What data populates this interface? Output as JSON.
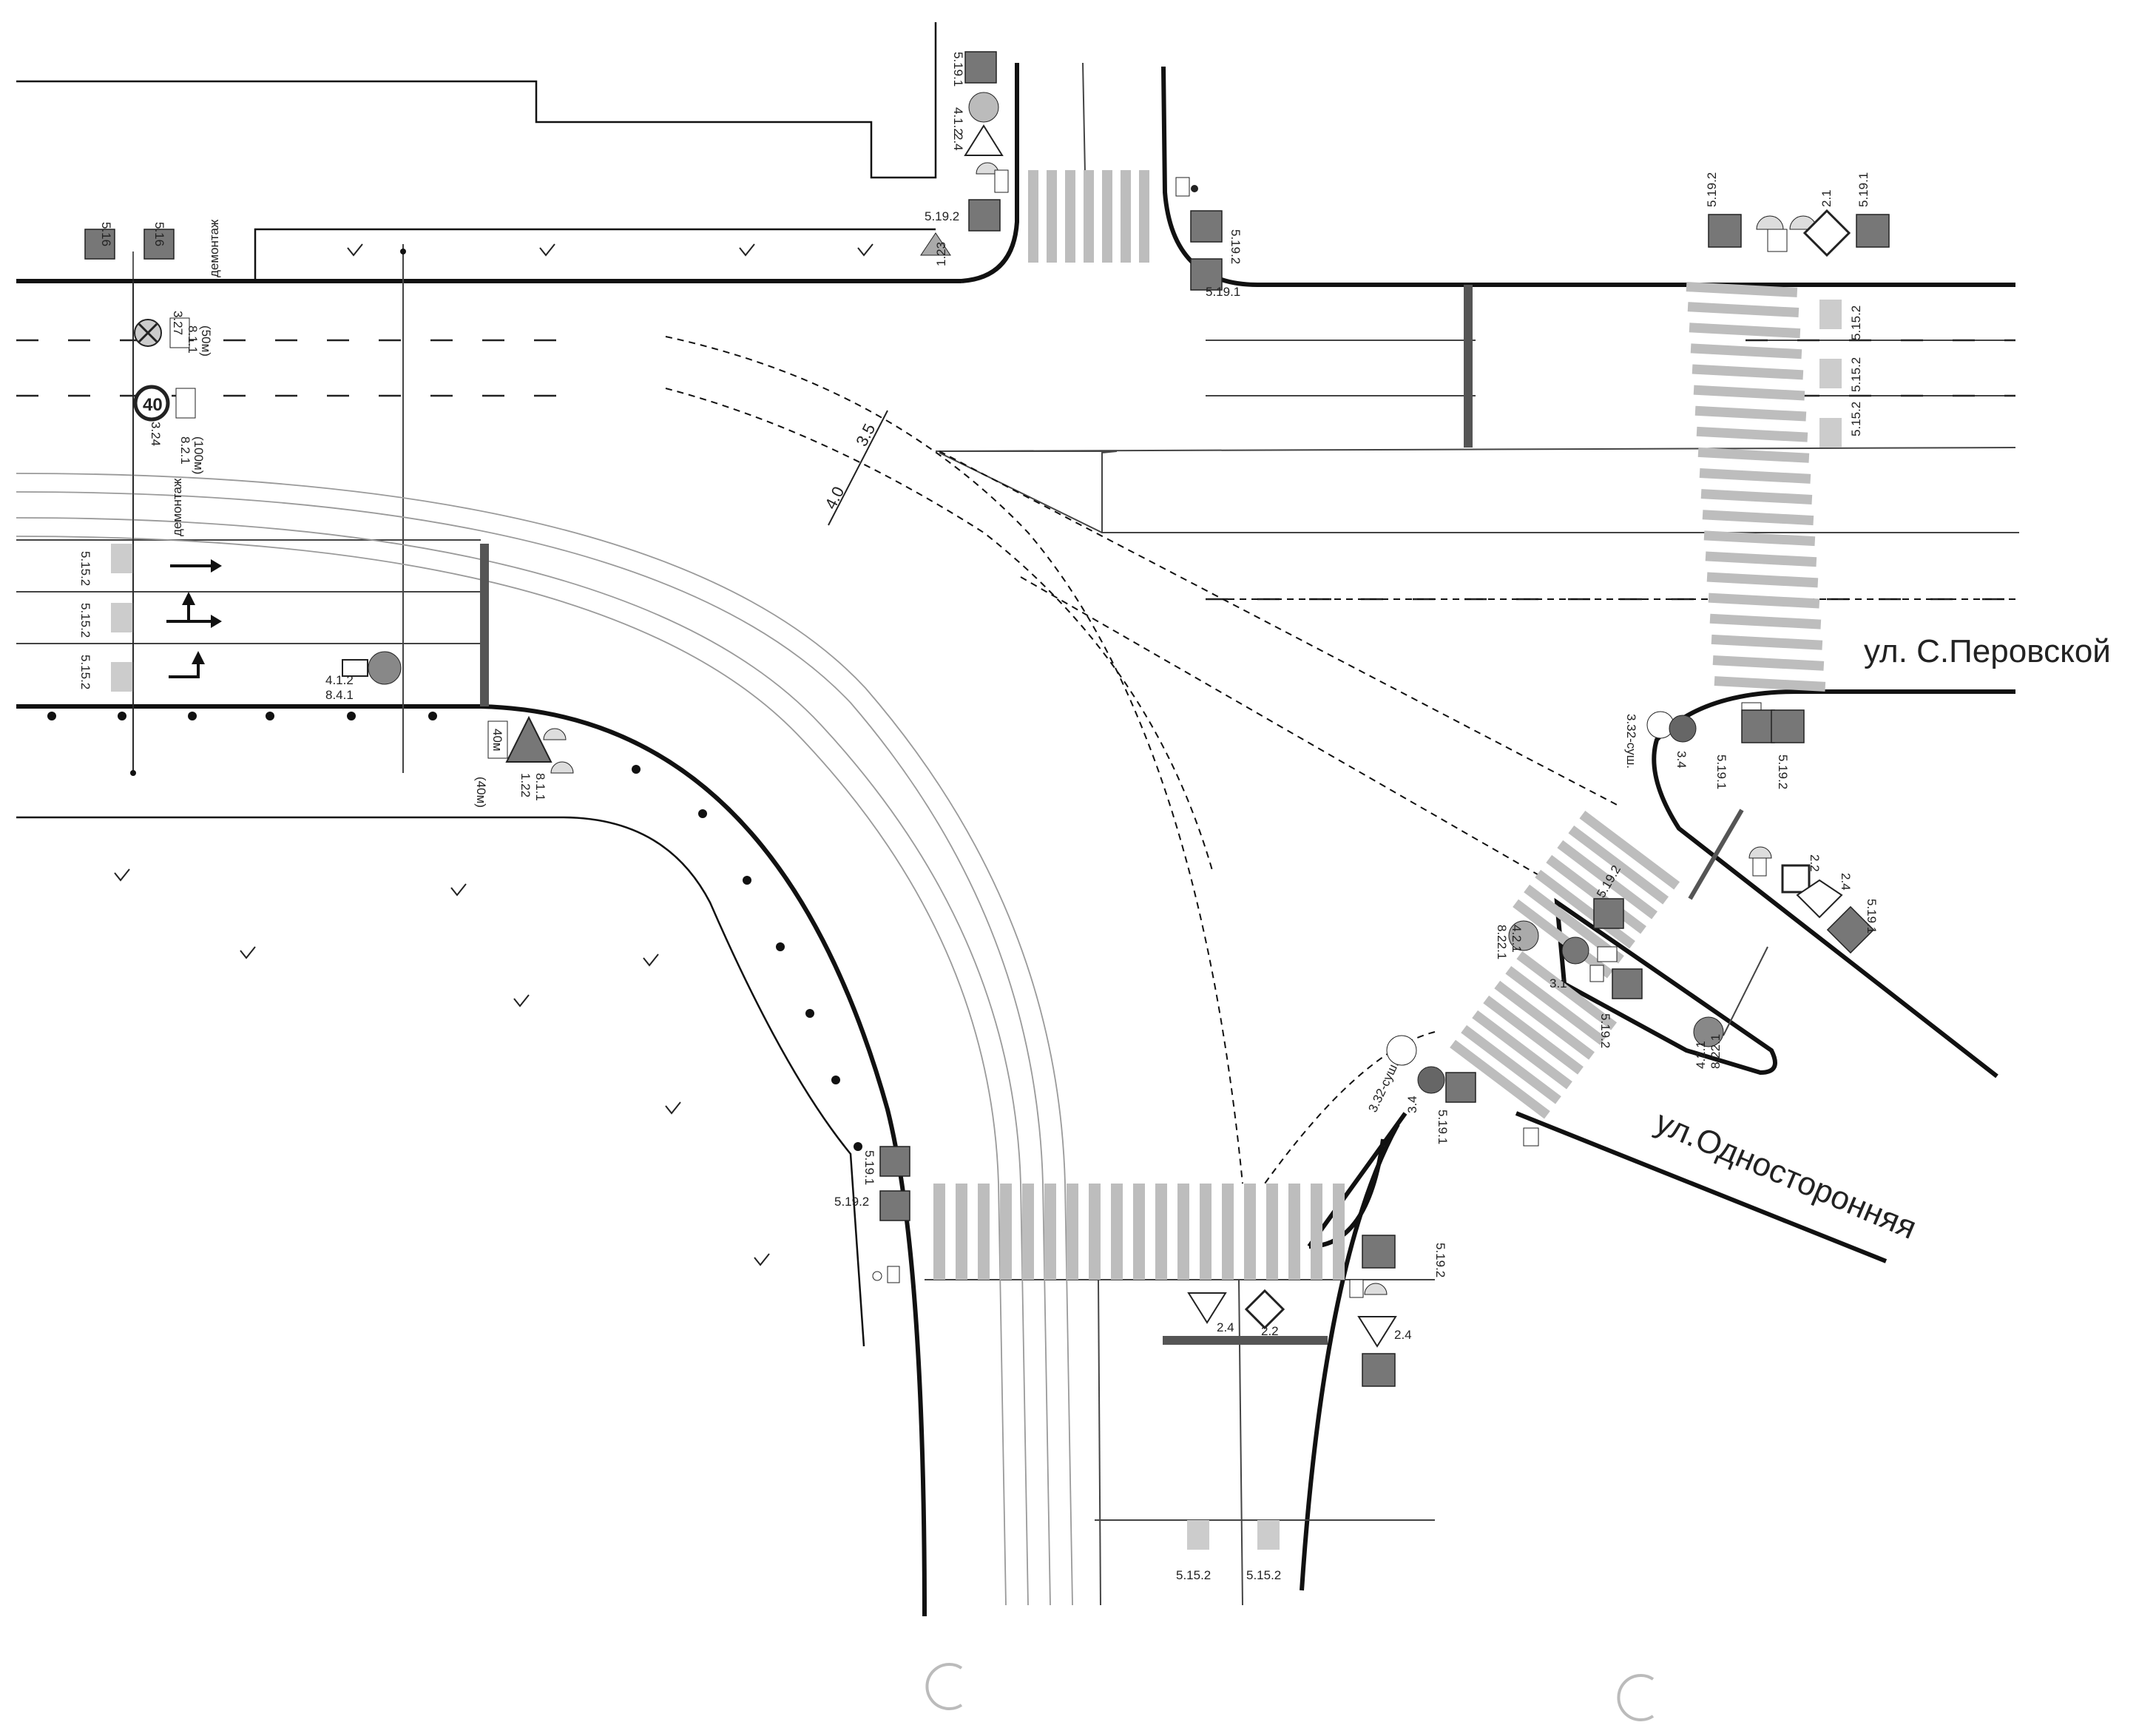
{
  "streets": {
    "perovskoy": "ул. С.Перовской",
    "odnostoronnyaya": "ул.Односторонняя"
  },
  "notes": {
    "dismantle_top": "демонтаж",
    "dismantle_left": "демонтаж",
    "dim_35": "3.5",
    "dim_40": "4.0"
  },
  "codes": {
    "c5_16a": "5.16",
    "c5_16b": "5.16",
    "c3_27": "3.27",
    "c8_1_1a": "8.1.1",
    "c50m": "(50м)",
    "c3_24": "3.24",
    "c8_2_1": "8.2.1",
    "c100m": "(100м)",
    "sign_40": "40",
    "c4_1_2a": "4.1.2",
    "c8_4_1": "8.4.1",
    "c1_22": "1.22",
    "c8_1_1b": "8.1.1",
    "c40m": "(40м)",
    "plate_40m": "40м",
    "c5_19_1_top": "5.19.1",
    "c4_1_2_top": "4.1.2",
    "c2_4_top": "2.4",
    "c5_19_2_top": "5.19.2",
    "c1_23": "1.23",
    "c5_19_2_mid": "5.19.2",
    "c5_19_1_mid": "5.19.1",
    "c5_19_2_right": "5.19.2",
    "c2_1": "2.1",
    "c5_19_1_right": "5.19.1",
    "c5_15_2_r1": "5.15.2",
    "c5_15_2_r2": "5.15.2",
    "c5_15_2_r3": "5.15.2",
    "c5_15_2_l1": "5.15.2",
    "c5_15_2_l2": "5.15.2",
    "c5_15_2_l3": "5.15.2",
    "c3_32": "3.32-суш.",
    "c3_4a": "3.4",
    "c5_19_1_p": "5.19.1",
    "c5_19_2_p": "5.19.2",
    "c2_2a": "2.2",
    "c2_4a": "2.4",
    "c5_19_1_b": "5.19.1",
    "c5_19_2_isl": "5.19.2",
    "c4_2_1": "4.2.1",
    "c8_22_1": "8.22.1",
    "c3_1": "3.1",
    "c5_19_2_isl2": "5.19.2",
    "c4_2_1b": "4.2.1",
    "c8_22_1b": "8.22.1",
    "c3_32b": "3.32-суш.",
    "c3_4b": "3.4",
    "c5_19_1_o": "5.19.1",
    "c5_19_1_l": "5.19.1",
    "c5_19_2_l": "5.19.2",
    "c2_4_b": "2.4",
    "c2_2_b": "2.2",
    "c5_19_2_br": "5.19.2",
    "c2_4_br": "2.4",
    "c5_15_2_b1": "5.15.2",
    "c5_15_2_b2": "5.15.2"
  }
}
